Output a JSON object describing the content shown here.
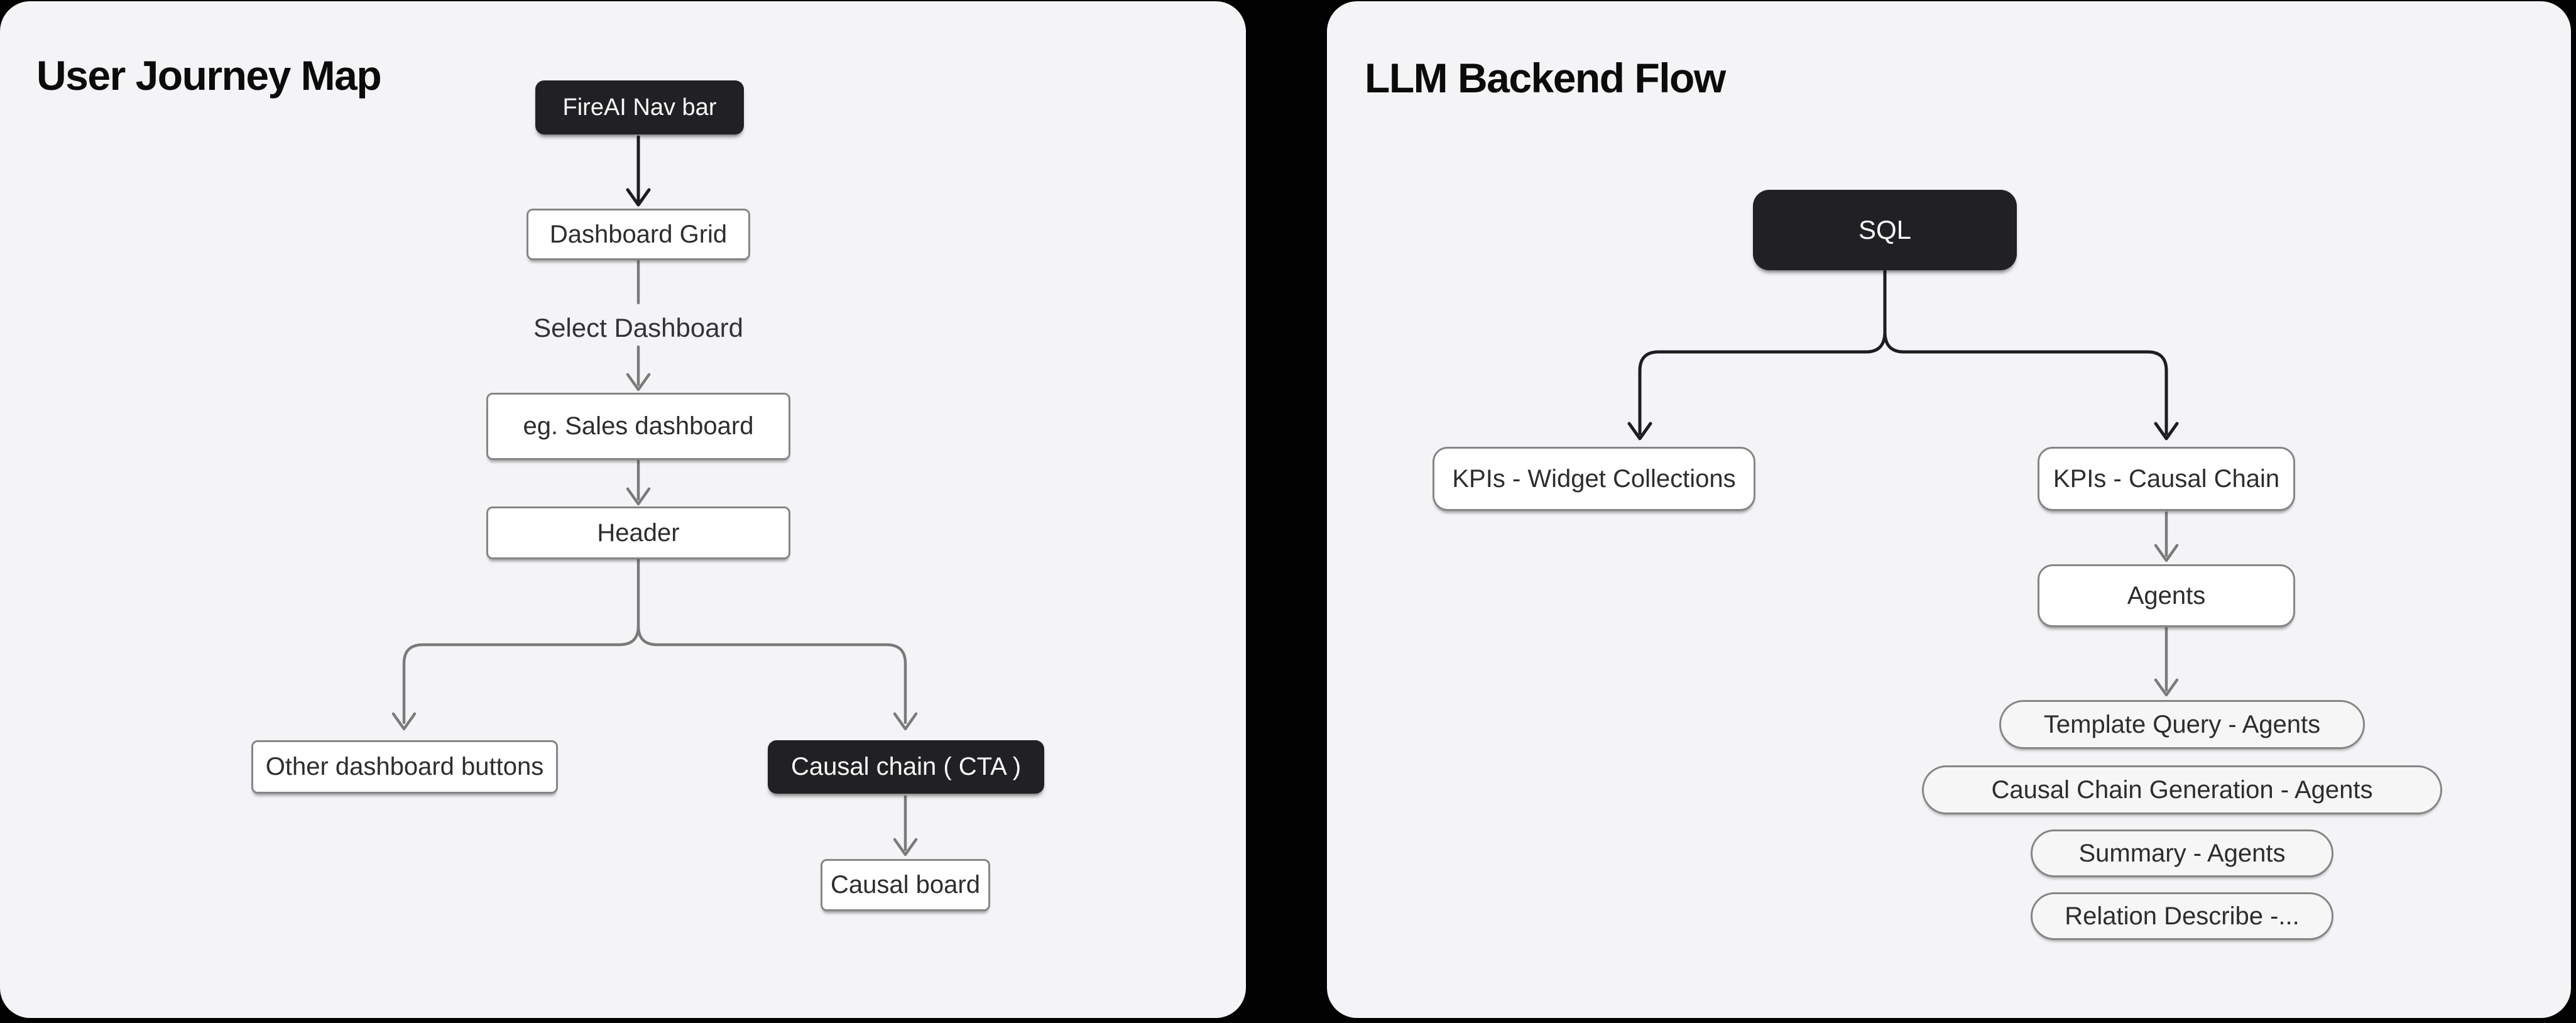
{
  "colors": {
    "page_background": "#010101",
    "panel_background": "#f4f4f6",
    "dark_node": "#212124",
    "dark_node_text": "#fafafa",
    "light_node": "#ffffff",
    "pill_node": "#f6f6f7",
    "node_border": "#868686",
    "connector_gray": "#7a7a7a",
    "connector_black": "#1d1d1f",
    "title_text": "#0b0b0c",
    "node_text": "#2d2d2f"
  },
  "panels": {
    "user_journey": {
      "title": "User Journey Map",
      "nodes": {
        "navbar": "FireAI Nav bar",
        "dashboard_grid": "Dashboard Grid",
        "select_dashboard_label": "Select Dashboard",
        "sales_dashboard": "eg. Sales dashboard",
        "header": "Header",
        "other_buttons": "Other dashboard buttons",
        "causal_cta": "Causal chain ( CTA )",
        "causal_board": "Causal board"
      }
    },
    "llm_backend": {
      "title": "LLM Backend Flow",
      "nodes": {
        "sql": "SQL",
        "kpi_widget": "KPIs - Widget Collections",
        "kpi_causal": "KPIs - Causal Chain",
        "agents": "Agents",
        "template_query": "Template Query - Agents",
        "causal_chain_generation": "Causal Chain Generation - Agents",
        "summary": "Summary - Agents",
        "relation_describe": "Relation Describe -..."
      }
    }
  }
}
